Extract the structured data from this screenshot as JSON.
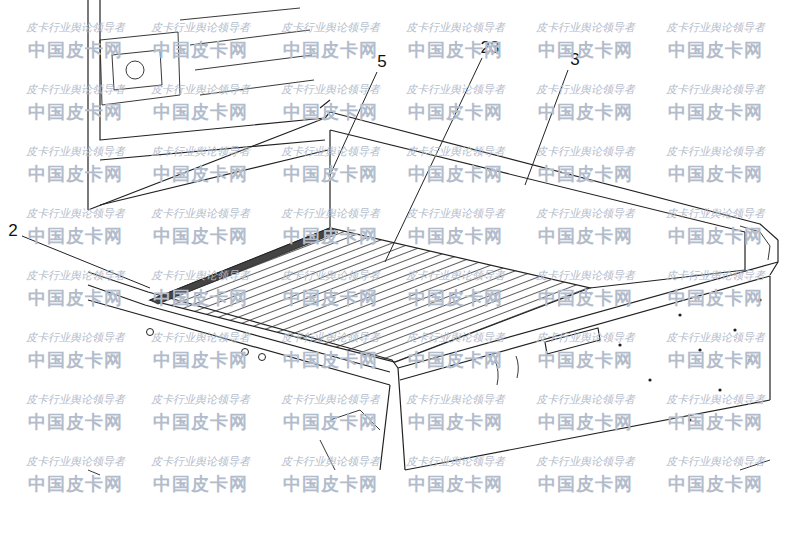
{
  "diagram": {
    "labels": [
      "5",
      "23",
      "3",
      "2",
      "皮卡行业舆论领导者",
      "皮卡行业舆论领导者",
      "皮卡行业舆论领导者",
      "皮卡行业舆论领导者",
      "皮卡行业舆论领导者",
      "皮卡行业舆论领导者",
      "中国皮卡网",
      "中国皮卡网",
      "中国皮卡网",
      "中国皮卡网",
      "中国皮卡网",
      "中国皮卡网",
      "皮卡行业舆论领导者",
      "皮卡行业舆论领导者",
      "皮卡行业舆论领导者",
      "皮卡行业舆论领导者",
      "皮卡行业舆论领导者",
      "皮卡行业舆论领导者",
      "中国皮卡网",
      "中国皮卡网",
      "中国皮卡网",
      "中国皮卡网",
      "中国皮卡网",
      "中国皮卡网",
      "皮卡行业舆论领导者",
      "皮卡行业舆论领导者",
      "皮卡行业舆论领导者",
      "皮卡行业舆论领导者",
      "皮卡行业舆论领导者",
      "皮卡行业舆论领导者",
      "中国皮卡网",
      "中国皮卡网",
      "中国皮卡网",
      "中国皮卡网",
      "中国皮卡网",
      "中国皮卡网",
      "皮卡行业舆论领导者",
      "皮卡行业舆论领导者",
      "皮卡行业舆论领导者",
      "皮卡行业舆论领导者",
      "皮卡行业舆论领导者",
      "皮卡行业舆论领导者",
      "中国皮卡网",
      "中国皮卡网",
      "中国皮卡网",
      "中国皮卡网",
      "中国皮卡网",
      "中国皮卡网",
      "皮卡行业舆论领导者",
      "皮卡行业舆论领导者",
      "皮卡行业舆论领导者",
      "皮卡行业舆论领导者",
      "皮卡行业舆论领导者",
      "皮卡行业舆论领导者",
      "中国皮卡网",
      "中国皮卡网",
      "中国皮卡网",
      "中国皮卡网",
      "中国皮卡网",
      "中国皮卡网",
      "皮卡行业舆论领导者",
      "皮卡行业舆论领导者",
      "皮卡行业舆论领导者",
      "皮卡行业舆论领导者",
      "皮卡行业舆论领导者",
      "皮卡行业舆论领导者",
      "中国皮卡网",
      "中国皮卡网",
      "中国皮卡网",
      "中国皮卡网",
      "中国皮卡网",
      "中国皮卡网",
      "皮卡行业舆论领导者",
      "皮卡行业舆论领导者",
      "皮卡行业舆论领导者",
      "皮卡行业舆论领导者",
      "皮卡行业舆论领导者",
      "皮卡行业舆论领导者",
      "中国皮卡网",
      "中国皮卡网",
      "中国皮卡网",
      "中国皮卡网",
      "中国皮卡网",
      "中国皮卡网",
      "皮卡行业舆论领导者",
      "皮卡行业舆论领导者",
      "皮卡行业舆论领导者",
      "皮卡行业舆论领导者",
      "皮卡行业舆论领导者",
      "皮卡行业舆论领导者",
      "中国皮卡网",
      "中国皮卡网",
      "中国皮卡网",
      "中国皮卡网",
      "中国皮卡网",
      "中国皮卡网"
    ]
  }
}
